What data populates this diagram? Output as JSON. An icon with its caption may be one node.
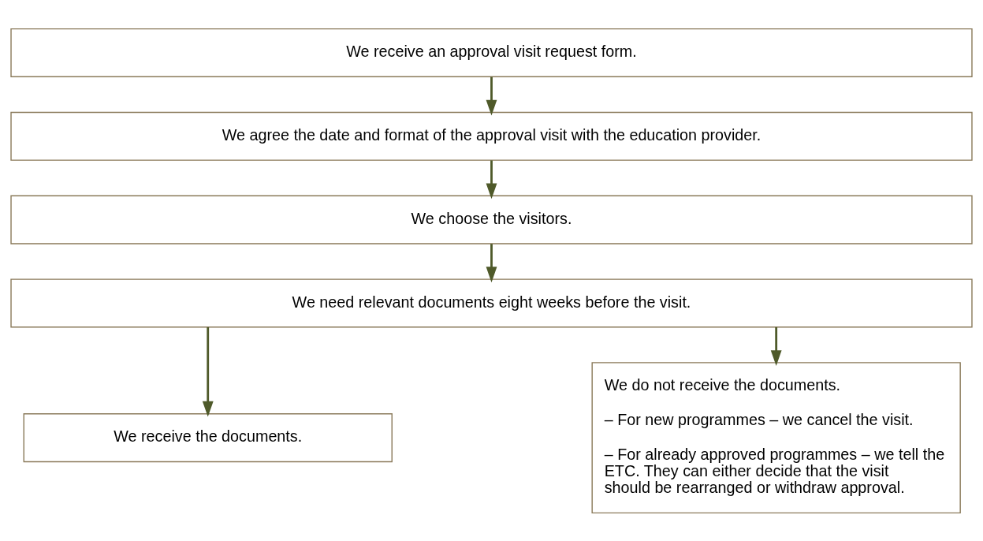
{
  "diagram": {
    "nodes": [
      {
        "text": [
          "We receive an approval visit request form."
        ]
      },
      {
        "text": [
          "We agree the date and format of the approval visit with the education provider."
        ]
      },
      {
        "text": [
          "We choose the visitors."
        ]
      },
      {
        "text": [
          "We need relevant documents eight weeks before the visit."
        ]
      },
      {
        "text": [
          "We receive the documents."
        ]
      },
      {
        "text": [
          "We do not receive the documents.",
          "– For new programmes – we cancel the visit.",
          "– For already approved programmes – we tell the ETC. They can either decide that the visit should be rearranged or withdraw approval."
        ]
      }
    ],
    "edges": [
      {
        "from": 0,
        "to": 1,
        "arrow": "to"
      },
      {
        "from": 1,
        "to": 2,
        "arrow": "to"
      },
      {
        "from": 2,
        "to": 3,
        "arrow": "to"
      },
      {
        "from": 3,
        "to": 4,
        "arrow": "to"
      },
      {
        "from": 3,
        "to": 5,
        "arrow": "to"
      }
    ]
  }
}
